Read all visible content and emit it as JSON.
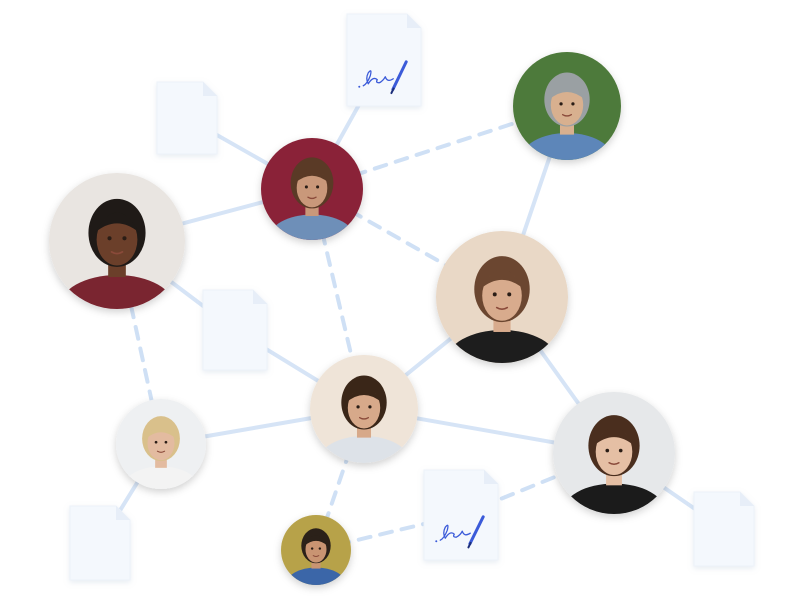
{
  "palette": {
    "line": "#d6e4f6",
    "line_dashed": "#cfe0f5",
    "doc_fill": "#f4f8fd",
    "doc_fold": "#e7eef8",
    "signature": "#3b5bd9"
  },
  "people": [
    {
      "id": "woman-curly-hair",
      "skin": "#6b3f2a",
      "hair": "#1f1a17",
      "bg": "#e9e5e1",
      "top": "#7a2530"
    },
    {
      "id": "man-beard-stage",
      "skin": "#c9987a",
      "hair": "#5a3a26",
      "bg": "#8a2438",
      "top": "#6e8fb8"
    },
    {
      "id": "older-man-glasses",
      "skin": "#d8b08f",
      "hair": "#9aa0a3",
      "bg": "#4e7a3a",
      "top": "#5d86b9"
    },
    {
      "id": "woman-beach",
      "skin": "#d8ab8d",
      "hair": "#6b4630",
      "bg": "#e9d8c6",
      "top": "#1d1d1d"
    },
    {
      "id": "person-short-hair",
      "skin": "#d7a98a",
      "hair": "#3a2618",
      "bg": "#efe4d8",
      "top": "#dde2e8"
    },
    {
      "id": "woman-blonde",
      "skin": "#e3bba0",
      "hair": "#d9c08b",
      "bg": "#eef0f2",
      "top": "#f3f3f3"
    },
    {
      "id": "man-round-glasses",
      "skin": "#e5bfa4",
      "hair": "#4a2e1e",
      "bg": "#e6e8ea",
      "top": "#1b1b1b"
    },
    {
      "id": "young-man-park",
      "skin": "#c99472",
      "hair": "#2b2119",
      "bg": "#b7a24a",
      "top": "#3b66a8"
    }
  ],
  "documents": [
    {
      "id": "top-signed",
      "signed": true
    },
    {
      "id": "top-left",
      "signed": false
    },
    {
      "id": "middle",
      "signed": false
    },
    {
      "id": "bottom-signed",
      "signed": true
    },
    {
      "id": "bottom-left",
      "signed": false
    },
    {
      "id": "bottom-right",
      "signed": false
    }
  ],
  "connections": [
    {
      "from": "woman-curly-hair",
      "to": "man-beard-stage",
      "style": "solid"
    },
    {
      "from": "top-left",
      "to": "man-beard-stage",
      "style": "solid"
    },
    {
      "from": "top-signed",
      "to": "man-beard-stage",
      "style": "solid"
    },
    {
      "from": "man-beard-stage",
      "to": "older-man-glasses",
      "style": "dashed"
    },
    {
      "from": "man-beard-stage",
      "to": "woman-beach",
      "style": "dashed"
    },
    {
      "from": "man-beard-stage",
      "to": "person-short-hair",
      "style": "dashed"
    },
    {
      "from": "older-man-glasses",
      "to": "woman-beach",
      "style": "solid"
    },
    {
      "from": "woman-curly-hair",
      "to": "middle",
      "style": "solid"
    },
    {
      "from": "middle",
      "to": "person-short-hair",
      "style": "solid"
    },
    {
      "from": "woman-curly-hair",
      "to": "woman-blonde",
      "style": "dashed"
    },
    {
      "from": "woman-beach",
      "to": "person-short-hair",
      "style": "solid"
    },
    {
      "from": "woman-beach",
      "to": "man-round-glasses",
      "style": "solid"
    },
    {
      "from": "person-short-hair",
      "to": "woman-blonde",
      "style": "solid"
    },
    {
      "from": "person-short-hair",
      "to": "man-round-glasses",
      "style": "solid"
    },
    {
      "from": "person-short-hair",
      "to": "young-man-park",
      "style": "dashed"
    },
    {
      "from": "woman-blonde",
      "to": "bottom-left",
      "style": "solid"
    },
    {
      "from": "young-man-park",
      "to": "bottom-signed",
      "style": "dashed"
    },
    {
      "from": "bottom-signed",
      "to": "man-round-glasses",
      "style": "dashed"
    },
    {
      "from": "man-round-glasses",
      "to": "bottom-right",
      "style": "solid"
    }
  ]
}
